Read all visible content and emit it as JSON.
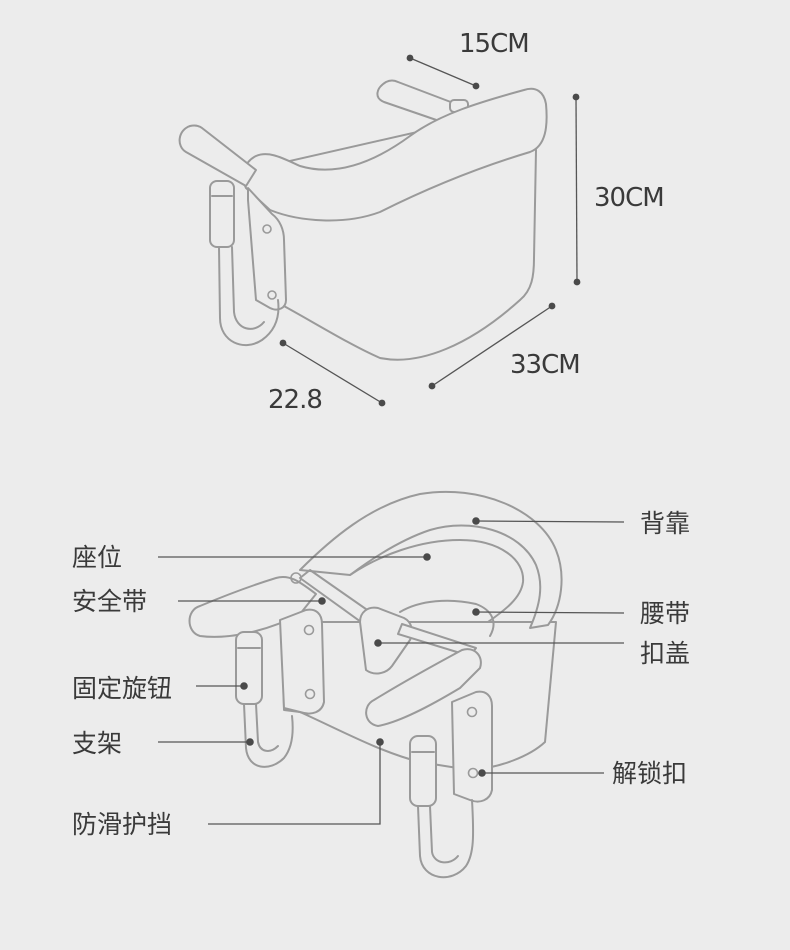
{
  "dimensions": {
    "top_width": "15CM",
    "height": "30CM",
    "width": "33CM",
    "depth": "22.8"
  },
  "parts": {
    "backrest": "背靠",
    "seat": "座位",
    "safety_belt": "安全带",
    "waist_belt": "腰带",
    "buckle_cover": "扣盖",
    "fixing_knob": "固定旋钮",
    "bracket": "支架",
    "anti_slip_guard": "防滑护挡",
    "unlock_buckle": "解锁扣"
  }
}
